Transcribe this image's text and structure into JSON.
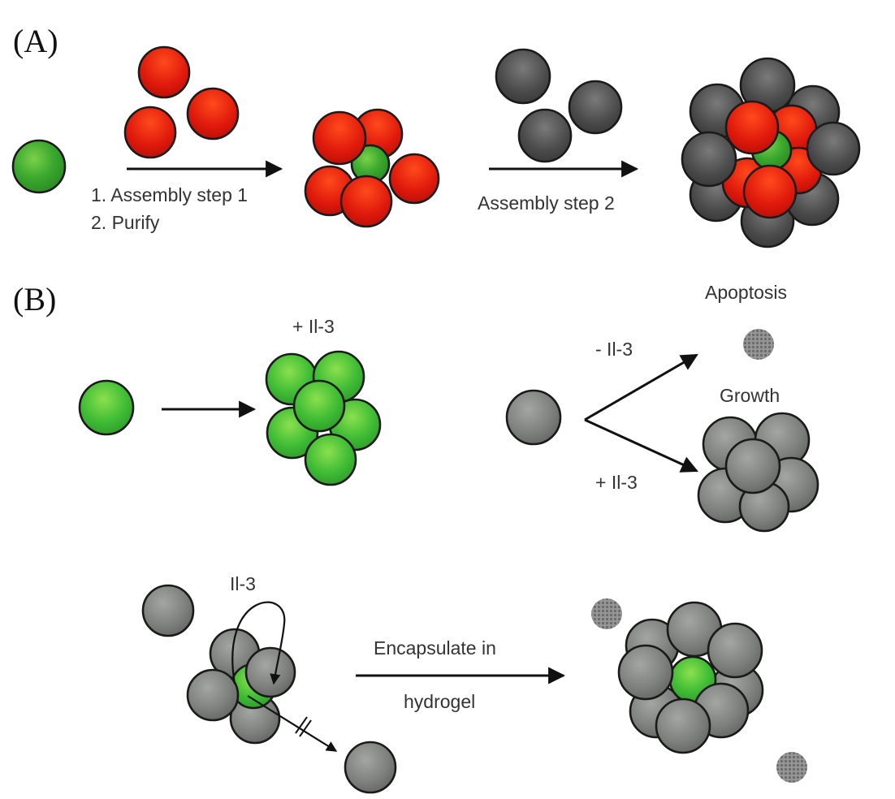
{
  "figure": {
    "panel_a": {
      "label": "(A)",
      "step1_line1": "1. Assembly step 1",
      "step1_line2": "2. Purify",
      "step2": "Assembly step 2"
    },
    "panel_b": {
      "label": "(B)",
      "plus_il3_top": "+ Il-3",
      "minus_il3": "- Il-3",
      "plus_il3_branch": "+ Il-3",
      "apoptosis": "Apoptosis",
      "growth": "Growth",
      "il3_loop": "Il-3",
      "encapsulate_line1": "Encapsulate in",
      "encapsulate_line2": "hydrogel"
    },
    "colors": {
      "green": "#3aa82e",
      "red": "#e01a0c",
      "dark_gray": "#4a4a4a",
      "light_gray": "#7d807d",
      "outline": "#1a1a1a"
    }
  }
}
